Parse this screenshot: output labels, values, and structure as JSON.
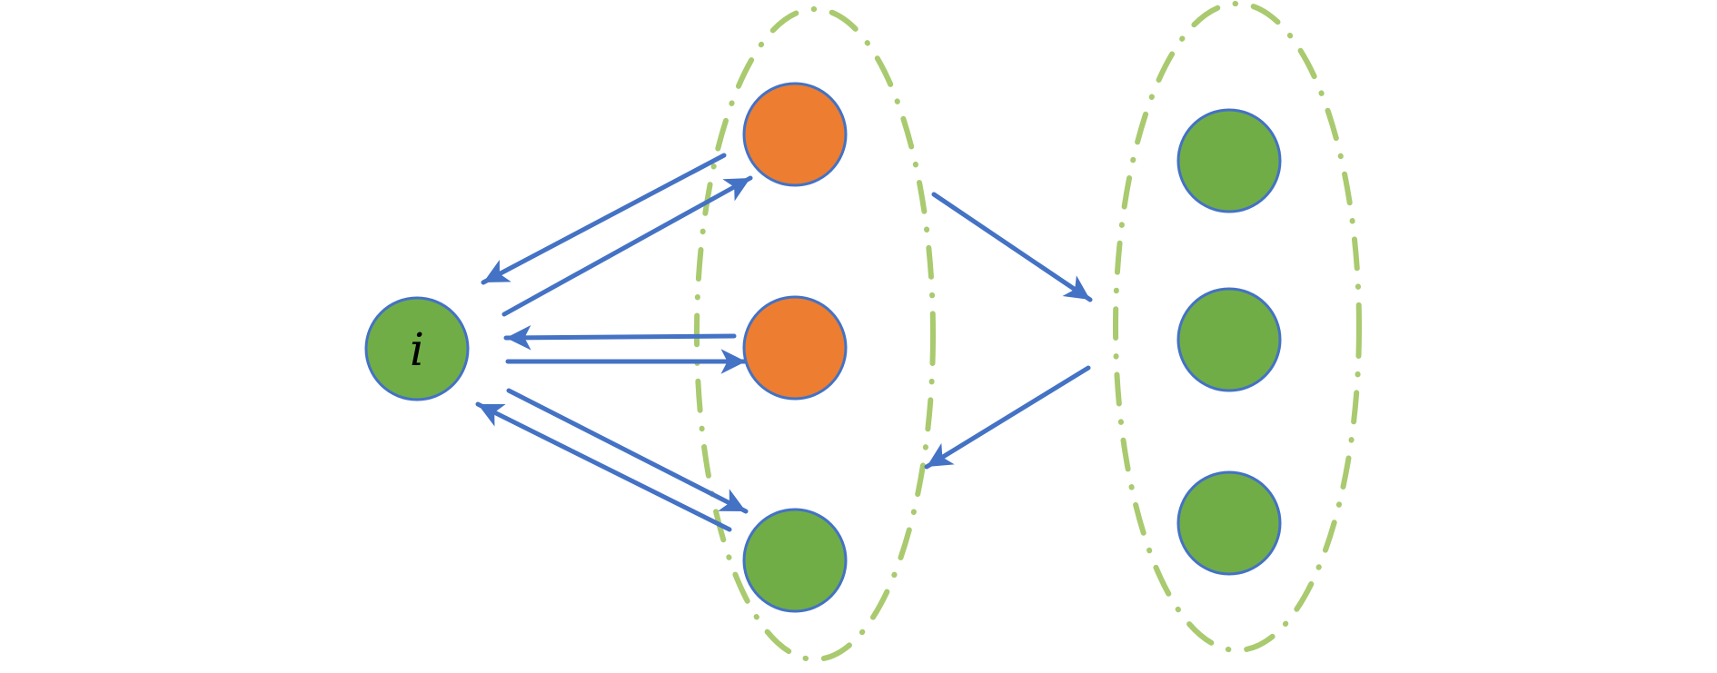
{
  "colors": {
    "node_green": "#70AD47",
    "node_orange": "#ED7D31",
    "node_stroke": "#4472C4",
    "edge": "#4472C4",
    "group_outline": "#A9CA6F",
    "label": "#000000"
  },
  "nodes": [
    {
      "id": "i",
      "label": "i",
      "color": "green"
    },
    {
      "id": "h1",
      "label": "",
      "color": "orange"
    },
    {
      "id": "h2",
      "label": "",
      "color": "orange"
    },
    {
      "id": "h3",
      "label": "",
      "color": "green"
    },
    {
      "id": "g1",
      "label": "",
      "color": "green"
    },
    {
      "id": "g2",
      "label": "",
      "color": "green"
    },
    {
      "id": "g3",
      "label": "",
      "color": "green"
    }
  ],
  "groups": [
    {
      "id": "first-hop-group",
      "members": [
        "h1",
        "h2",
        "h3"
      ]
    },
    {
      "id": "second-hop-group",
      "members": [
        "g1",
        "g2",
        "g3"
      ]
    }
  ],
  "edges": [
    {
      "from": "h1",
      "to": "i"
    },
    {
      "from": "i",
      "to": "h1"
    },
    {
      "from": "h2",
      "to": "i"
    },
    {
      "from": "i",
      "to": "h2"
    },
    {
      "from": "i",
      "to": "h3"
    },
    {
      "from": "h3",
      "to": "i"
    },
    {
      "from": "first-hop-group",
      "to": "second-hop-group"
    },
    {
      "from": "second-hop-group",
      "to": "first-hop-group"
    }
  ]
}
